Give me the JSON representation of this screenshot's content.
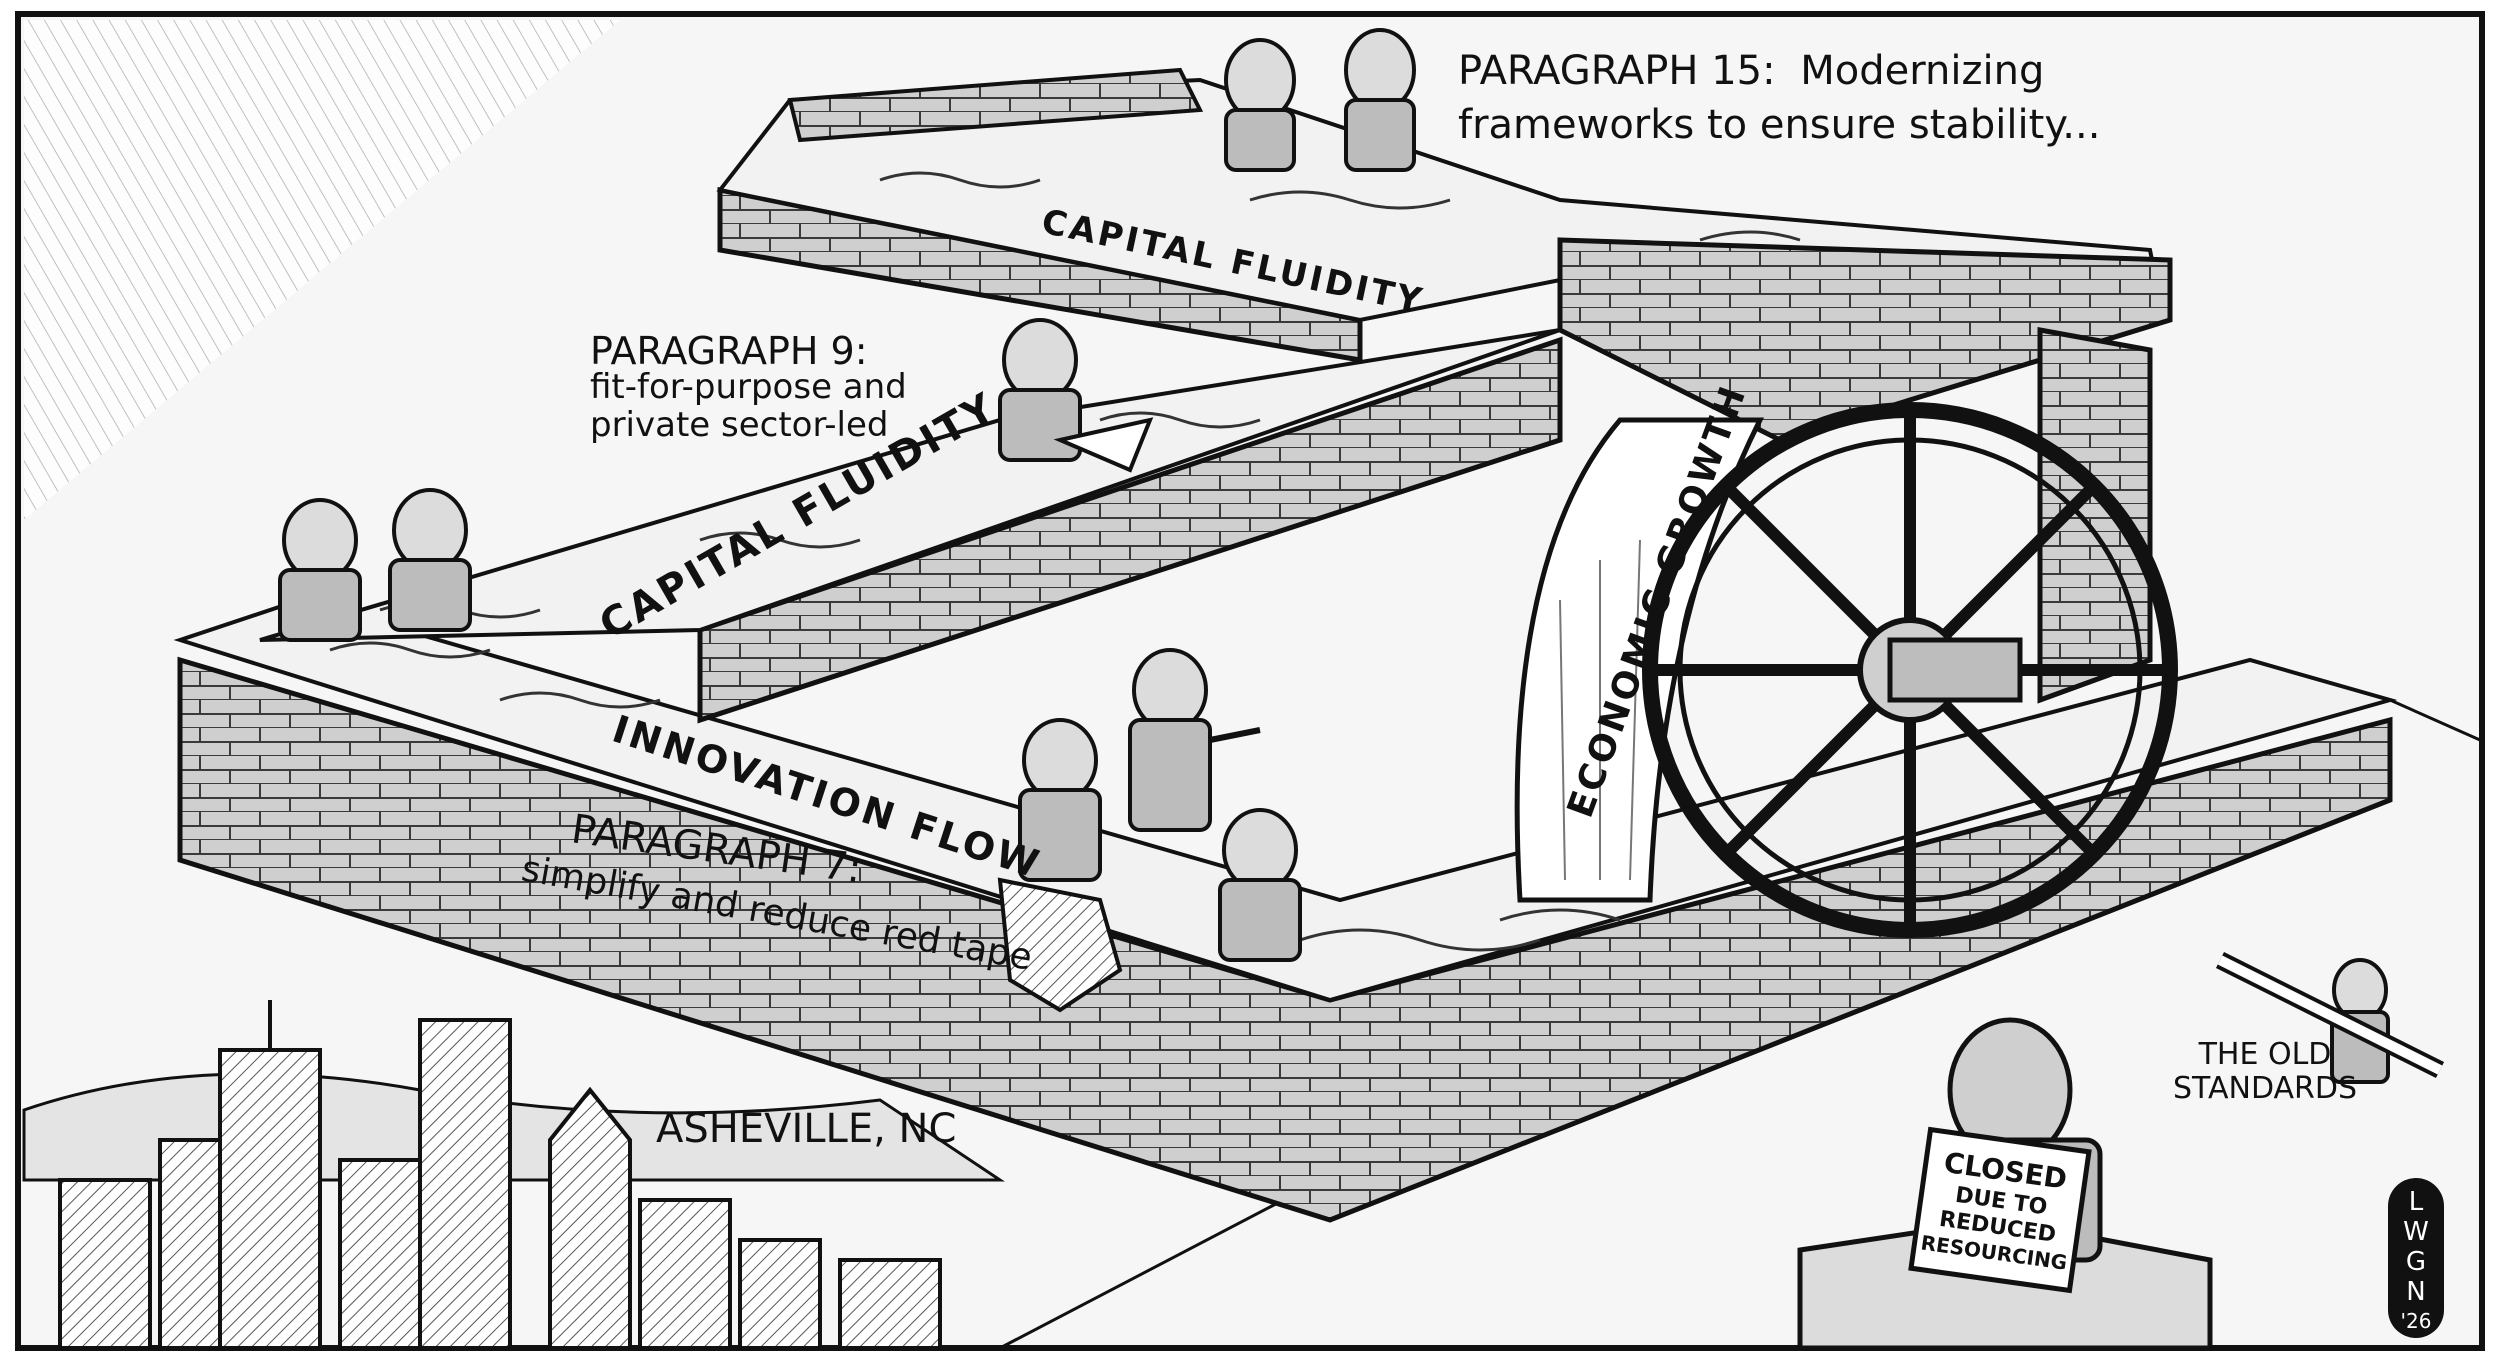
{
  "annotations": {
    "paragraph15_heading": "PARAGRAPH 15:",
    "paragraph15_text_line1": "Modernizing",
    "paragraph15_text_line2": "frameworks to ensure stability...",
    "paragraph9_heading": "PARAGRAPH 9:",
    "paragraph9_text_line1": "fit-for-purpose and",
    "paragraph9_text_line2": "private sector-led",
    "paragraph7_heading": "PARAGRAPH 7:",
    "paragraph7_text": "simplify and reduce red tape",
    "city_label": "ASHEVILLE, NC",
    "old_standards_line1": "THE OLD",
    "old_standards_line2": "STANDARDS"
  },
  "channel_labels": {
    "top_channel": "CAPITAL FLUIDITY",
    "middle_channel": "CAPITAL FLUIDITY",
    "bottom_channel": "INNOVATION FLOW",
    "waterfall": "ECONOMIC GROWTH"
  },
  "closed_sign": {
    "line1": "CLOSED",
    "line2": "DUE TO",
    "line3": "REDUCED",
    "line4": "RESOURCING"
  },
  "signature": {
    "letters": [
      "L",
      "W",
      "G",
      "N"
    ],
    "year": "'26"
  },
  "colors": {
    "ink": "#111111",
    "paper": "#ffffff",
    "paper_shade": "#e9e9e9",
    "brick_light": "#d8d8d8",
    "brick_dark": "#8a8a8a",
    "water": "#f2f2f2"
  }
}
